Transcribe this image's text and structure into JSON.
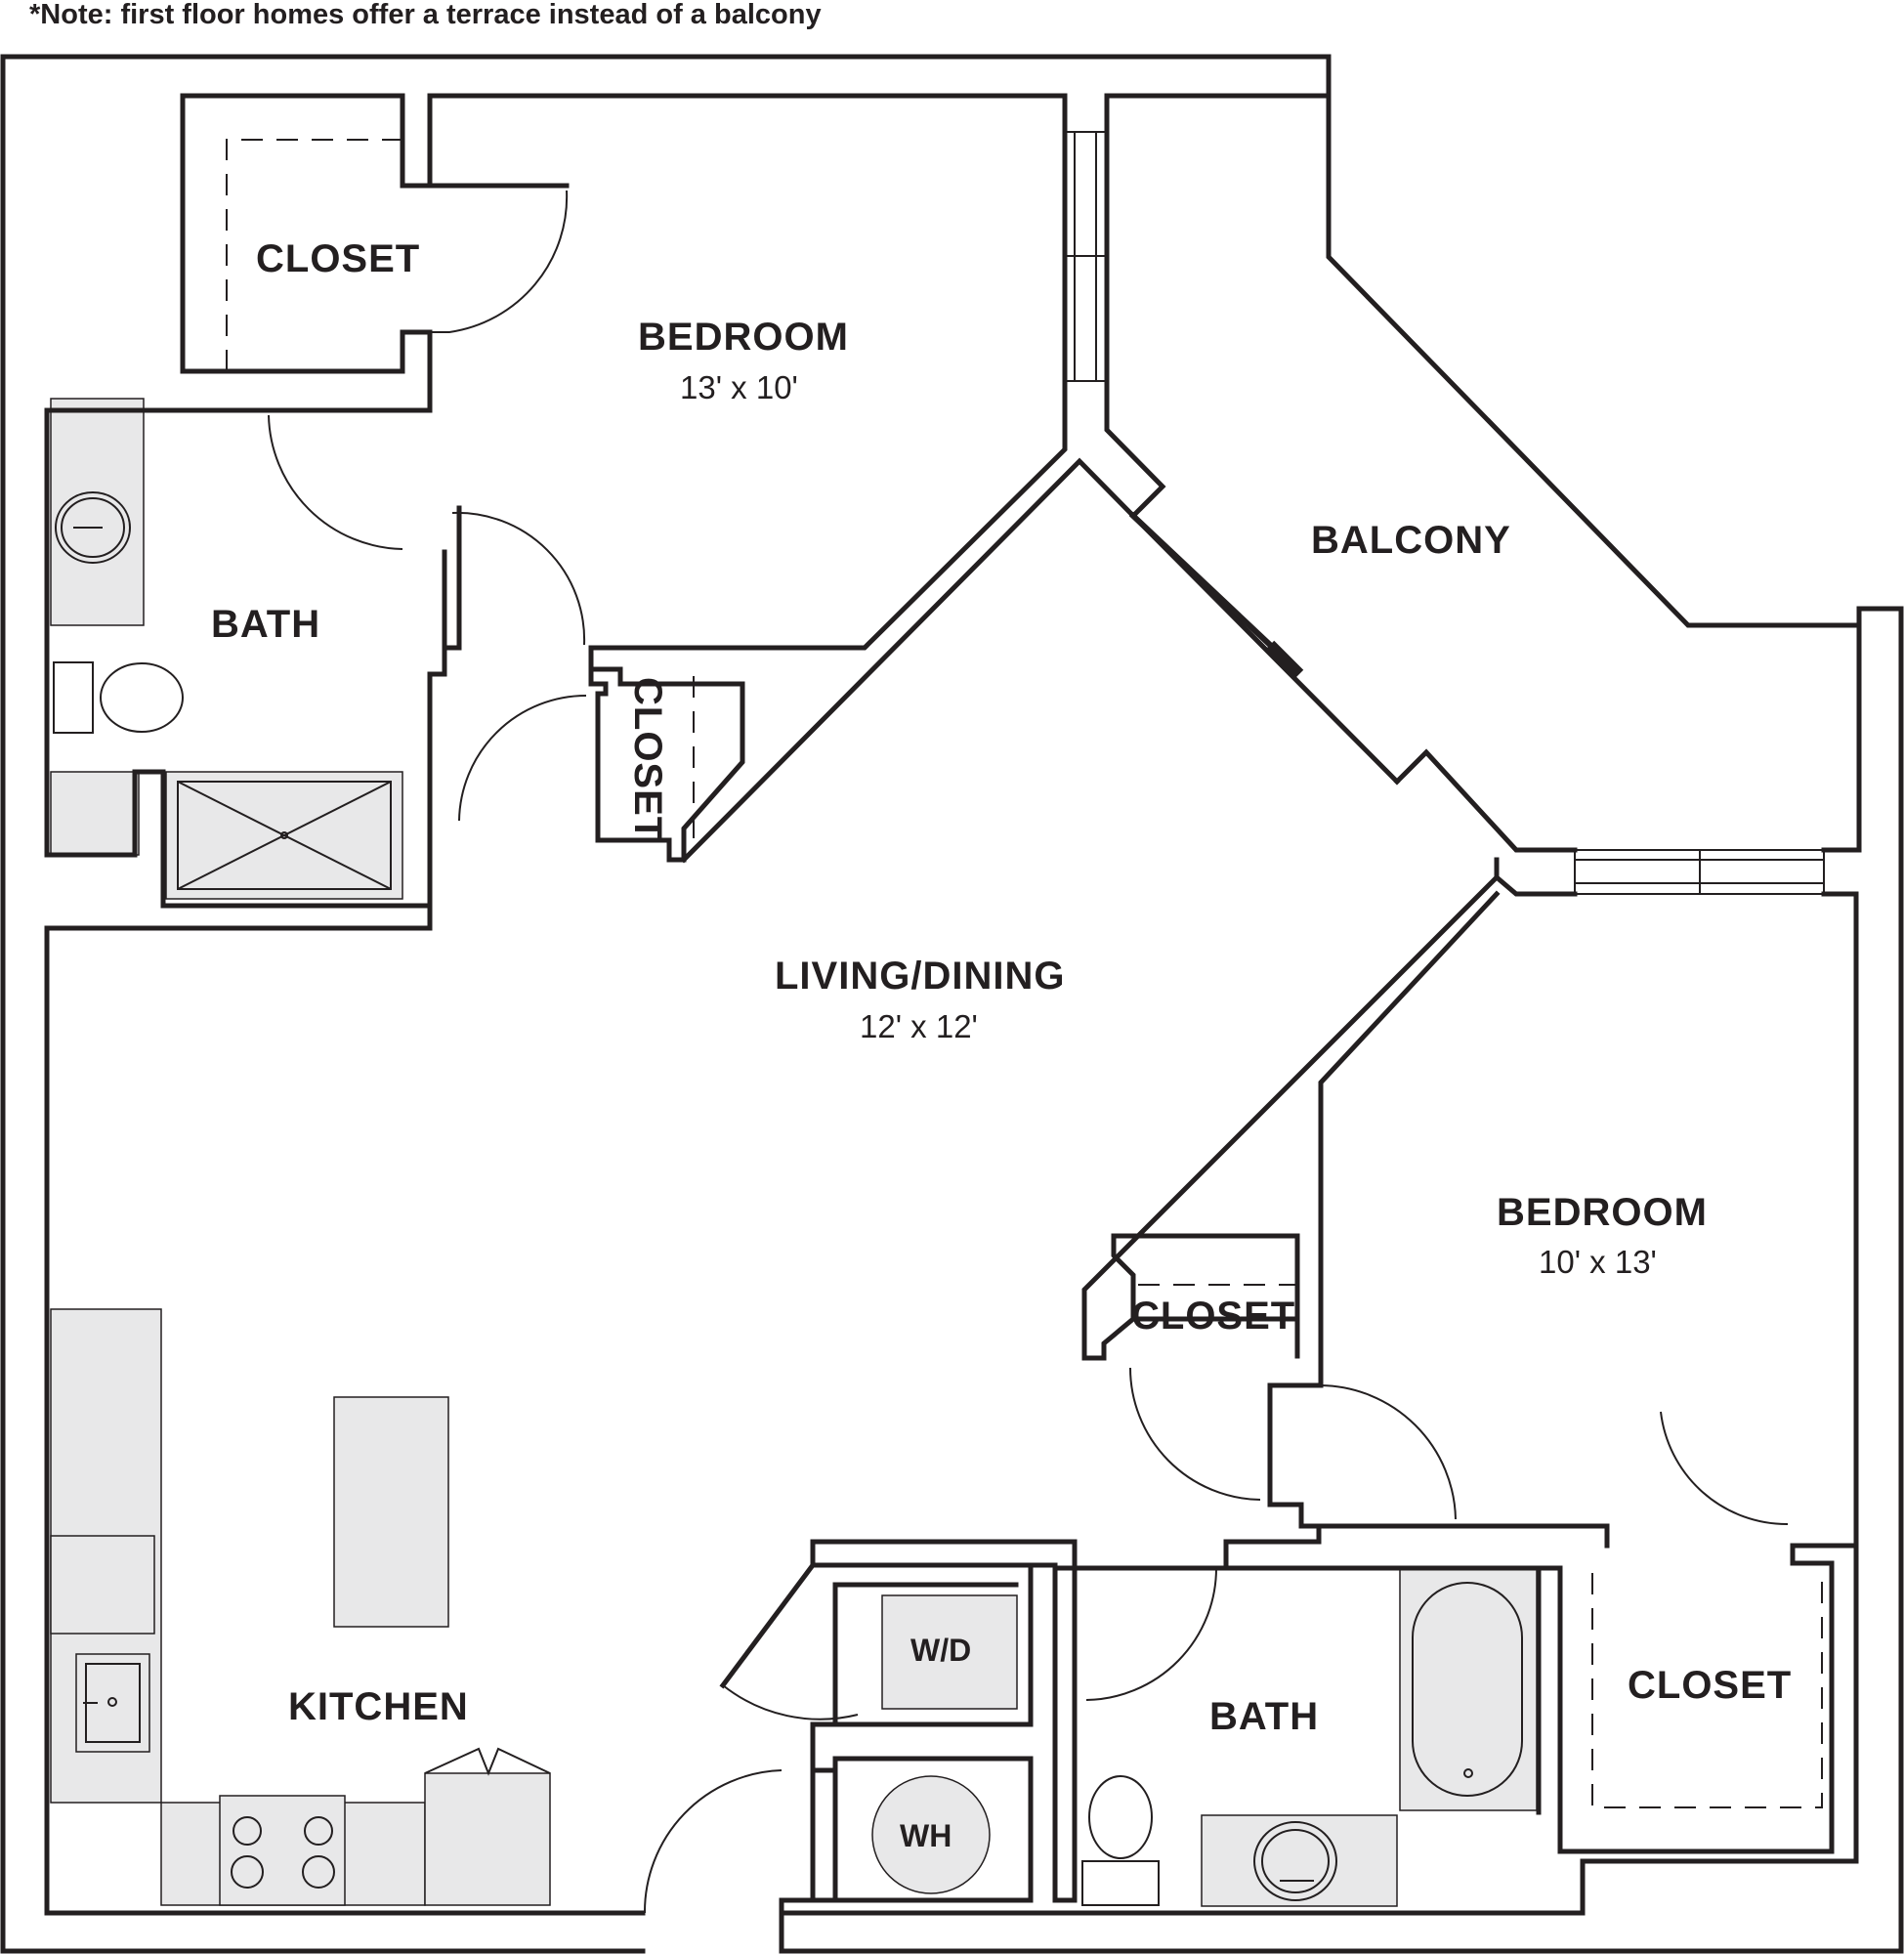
{
  "note": "*Note: first floor homes offer a terrace instead of a balcony",
  "rooms": {
    "bedroom_1": {
      "name": "BEDROOM",
      "dims": "13' x 10'"
    },
    "bedroom_2": {
      "name": "BEDROOM",
      "dims": "10' x 13'"
    },
    "living_dining": {
      "name": "LIVING/DINING",
      "dims": "12' x 12'"
    },
    "balcony": {
      "name": "BALCONY"
    },
    "kitchen": {
      "name": "KITCHEN"
    },
    "bath_1": {
      "name": "BATH"
    },
    "bath_2": {
      "name": "BATH"
    },
    "closet_1": {
      "name": "CLOSET"
    },
    "closet_2": {
      "name": "CLOSET"
    },
    "closet_3": {
      "name": "CLOSET"
    },
    "closet_4": {
      "name": "CLOSET"
    },
    "washer_dryer": {
      "name": "W/D"
    },
    "water_heater": {
      "name": "WH"
    }
  },
  "colors": {
    "wall": "#231f20",
    "fixture": "#e8e8e9",
    "background": "#ffffff"
  }
}
